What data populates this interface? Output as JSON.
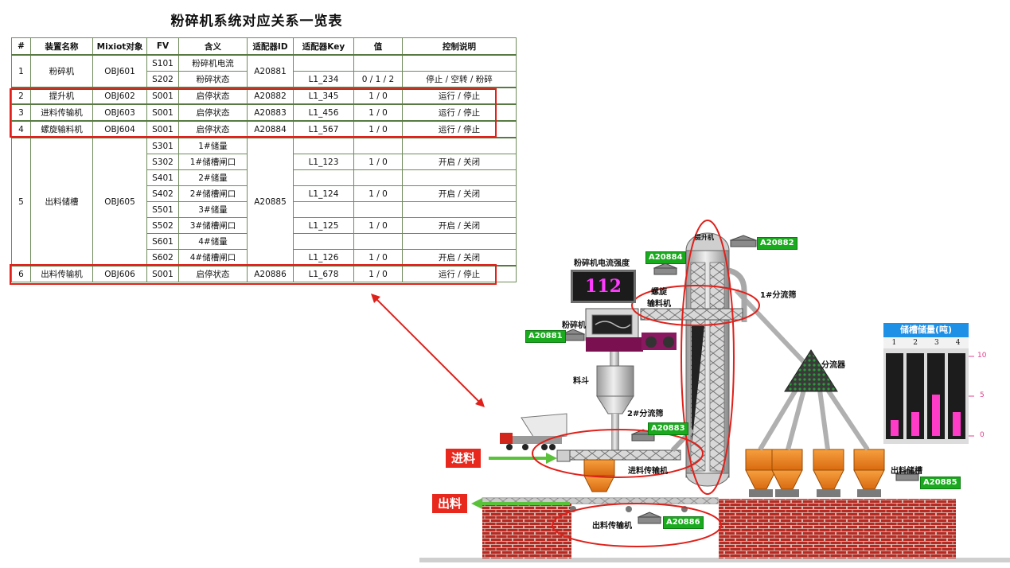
{
  "title": "粉碎机系统对应关系一览表",
  "table": {
    "headers": [
      "#",
      "装置名称",
      "Mixiot对象",
      "FV",
      "含义",
      "适配器ID",
      "适配器Key",
      "值",
      "控制说明"
    ],
    "devices": [
      {
        "no": "1",
        "name": "粉碎机",
        "obj": "OBJ601",
        "adapter_id": "A20881",
        "rows": [
          {
            "fv": "S101",
            "meaning": "粉碎机电流",
            "key": "",
            "value": "",
            "control": ""
          },
          {
            "fv": "S202",
            "meaning": "粉碎状态",
            "key": "L1_234",
            "value": "0 / 1 / 2",
            "control": "停止 / 空转 / 粉碎"
          }
        ]
      },
      {
        "no": "2",
        "name": "提升机",
        "obj": "OBJ602",
        "adapter_id": "A20882",
        "rows": [
          {
            "fv": "S001",
            "meaning": "启停状态",
            "key": "L1_345",
            "value": "1 / 0",
            "control": "运行 / 停止"
          }
        ]
      },
      {
        "no": "3",
        "name": "进料传输机",
        "obj": "OBJ603",
        "adapter_id": "A20883",
        "rows": [
          {
            "fv": "S001",
            "meaning": "启停状态",
            "key": "L1_456",
            "value": "1 / 0",
            "control": "运行 / 停止"
          }
        ]
      },
      {
        "no": "4",
        "name": "螺旋输料机",
        "obj": "OBJ604",
        "adapter_id": "A20884",
        "rows": [
          {
            "fv": "S001",
            "meaning": "启停状态",
            "key": "L1_567",
            "value": "1 / 0",
            "control": "运行 / 停止"
          }
        ]
      },
      {
        "no": "5",
        "name": "出料储槽",
        "obj": "OBJ605",
        "adapter_id": "A20885",
        "rows": [
          {
            "fv": "S301",
            "meaning": "1#储量",
            "key": "",
            "value": "",
            "control": ""
          },
          {
            "fv": "S302",
            "meaning": "1#储槽闸口",
            "key": "L1_123",
            "value": "1 / 0",
            "control": "开启 / 关闭"
          },
          {
            "fv": "S401",
            "meaning": "2#储量",
            "key": "",
            "value": "",
            "control": ""
          },
          {
            "fv": "S402",
            "meaning": "2#储槽闸口",
            "key": "L1_124",
            "value": "1 / 0",
            "control": "开启 / 关闭"
          },
          {
            "fv": "S501",
            "meaning": "3#储量",
            "key": "",
            "value": "",
            "control": ""
          },
          {
            "fv": "S502",
            "meaning": "3#储槽闸口",
            "key": "L1_125",
            "value": "1 / 0",
            "control": "开启 / 关闭"
          },
          {
            "fv": "S601",
            "meaning": "4#储量",
            "key": "",
            "value": "",
            "control": ""
          },
          {
            "fv": "S602",
            "meaning": "4#储槽闸口",
            "key": "L1_126",
            "value": "1 / 0",
            "control": "开启 / 关闭"
          }
        ]
      },
      {
        "no": "6",
        "name": "出料传输机",
        "obj": "OBJ606",
        "adapter_id": "A20886",
        "rows": [
          {
            "fv": "S001",
            "meaning": "启停状态",
            "key": "L1_678",
            "value": "1 / 0",
            "control": "运行 / 停止"
          }
        ]
      }
    ]
  },
  "diagram": {
    "labels": {
      "elevator": "提升机",
      "crusher_current": "粉碎机电流强度",
      "screw_1": "螺旋",
      "screw_2": "输料机",
      "screen1": "1#分流筛",
      "crusher": "粉碎机",
      "distributor": "分流器",
      "hopper": "料斗",
      "screen2": "2#分流筛",
      "inbound_conveyor": "进料传输机",
      "storage": "出料储槽",
      "outbound_conveyor": "出料传输机"
    },
    "tags": {
      "elevator": "A20882",
      "screw": "A20884",
      "crusher": "A20881",
      "inbound": "A20883",
      "storage": "A20885",
      "outbound": "A20886"
    },
    "feed_in": "进料",
    "feed_out": "出料",
    "current_value": "112",
    "storage_panel": {
      "title": "储槽储量(吨)",
      "columns": [
        "1",
        "2",
        "3",
        "4"
      ],
      "levels": [
        2,
        3,
        5.2,
        3
      ],
      "max": 10,
      "ticks": [
        "10",
        "5",
        "0"
      ]
    }
  },
  "colors": {
    "highlight": "#e0201a",
    "tag": "#1aaa1e",
    "brick": "#b52a22",
    "hopper": "#f08a24",
    "panel_bar": "#ff3cc8"
  }
}
